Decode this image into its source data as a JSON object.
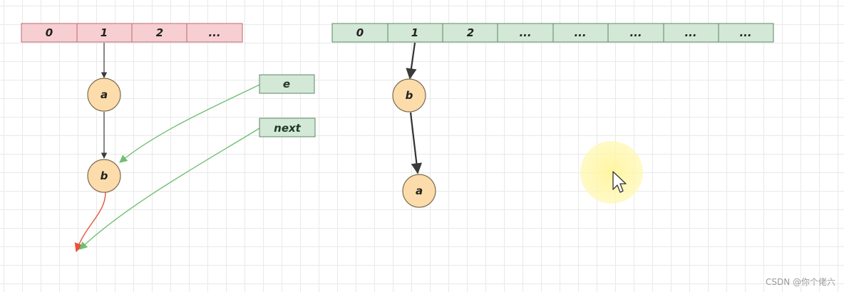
{
  "old_table": {
    "cells": [
      "0",
      "1",
      "2",
      "..."
    ],
    "fill": "#f7cfd3",
    "stroke": "#b86a6f"
  },
  "new_table": {
    "cells": [
      "0",
      "1",
      "2",
      "...",
      "...",
      "...",
      "...",
      "..."
    ],
    "fill": "#d3e8d6",
    "stroke": "#5a8a60"
  },
  "nodes": {
    "old_a": "a",
    "old_b": "b",
    "new_b": "b",
    "new_a": "a",
    "fill": "#fbdcaa",
    "stroke": "#7a6a50"
  },
  "pointers": {
    "e": "e",
    "next": "next",
    "fill": "#d3e8d6",
    "stroke": "#5a8a60"
  },
  "colors": {
    "edge": "#3a3a3a",
    "pointer_arrow": "#6fbf73",
    "red_arrow": "#e5533d",
    "highlight": "#fff7a8"
  },
  "icons": {
    "cursor": "mouse-pointer-icon"
  },
  "watermark": "CSDN @你个佬六"
}
